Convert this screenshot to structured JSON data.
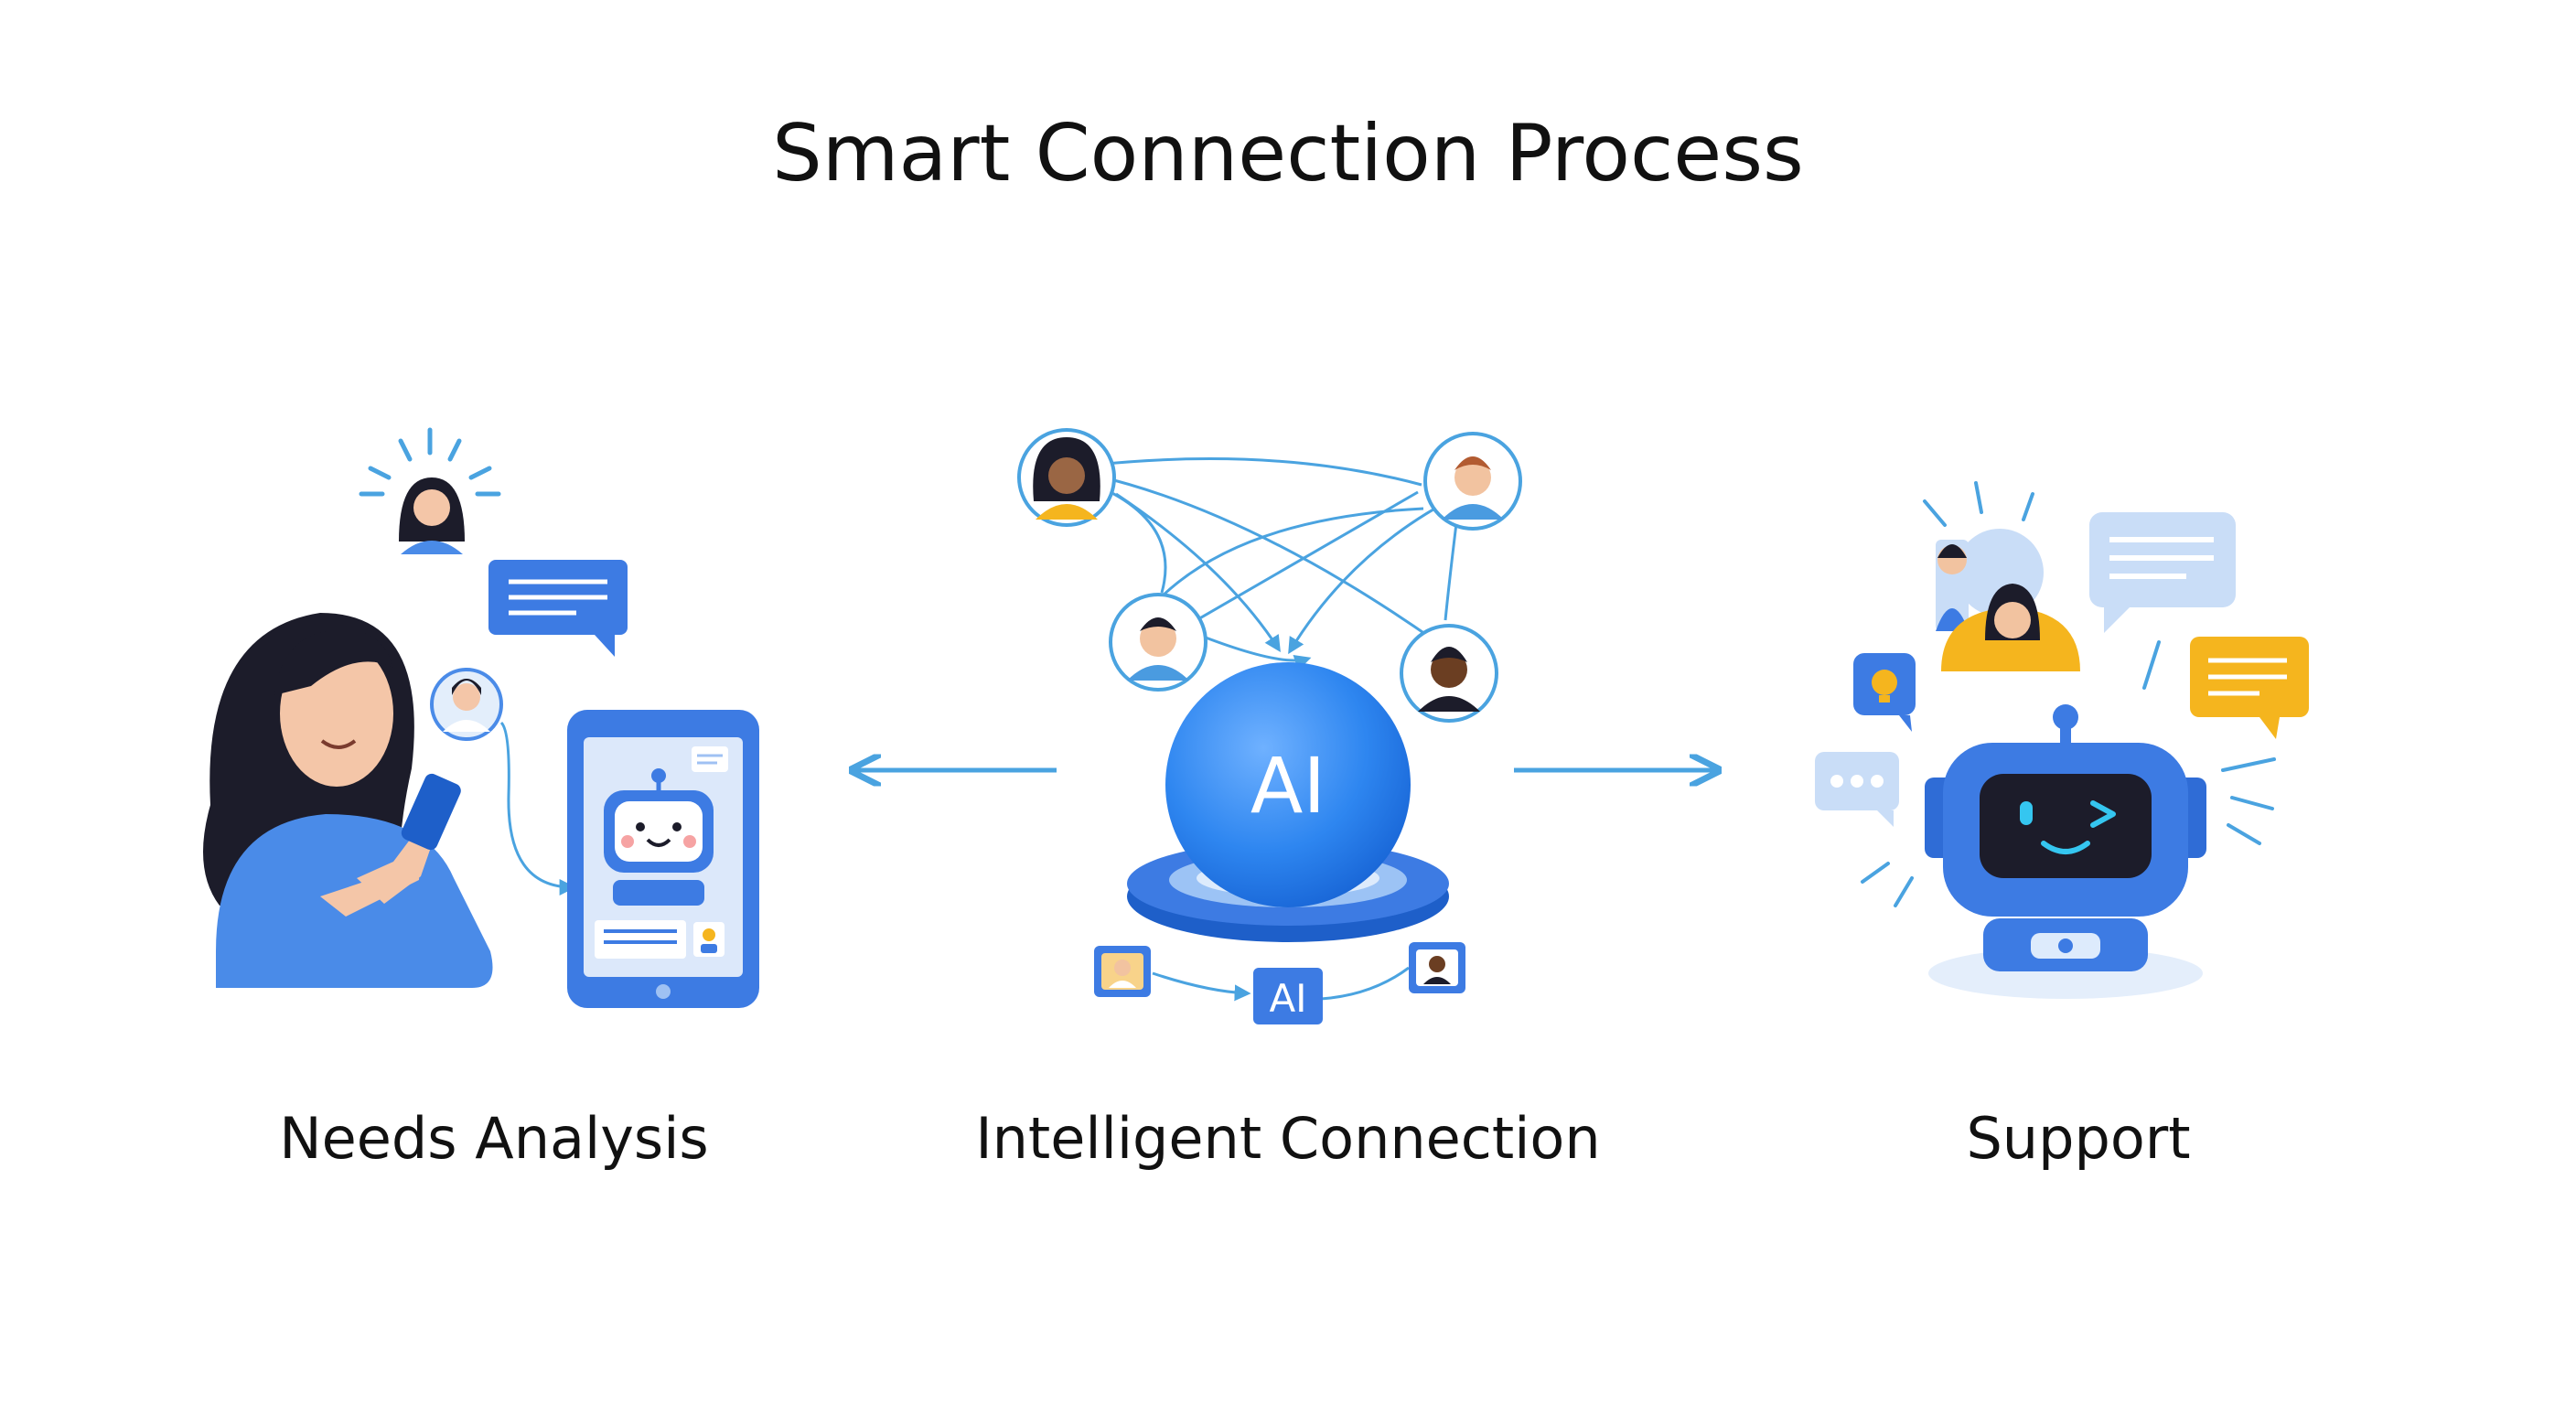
{
  "title": "Smart Connection Process",
  "steps": [
    {
      "label": "Needs Analysis"
    },
    {
      "label": "Intelligent Connection"
    },
    {
      "label": "Support"
    }
  ],
  "hub": {
    "main_text": "AI",
    "small_text": "AI"
  },
  "colors": {
    "primary_blue": "#3D7BE3",
    "light_blue": "#C9DDF7",
    "accent_yellow": "#F5B51E",
    "arrow_blue": "#4AA3E0",
    "text": "#111111"
  },
  "icons": [
    "user-icon",
    "chat-bubble-icon",
    "tablet-icon",
    "chatbot-icon",
    "ai-sphere-icon",
    "robot-icon",
    "lightbulb-icon"
  ]
}
